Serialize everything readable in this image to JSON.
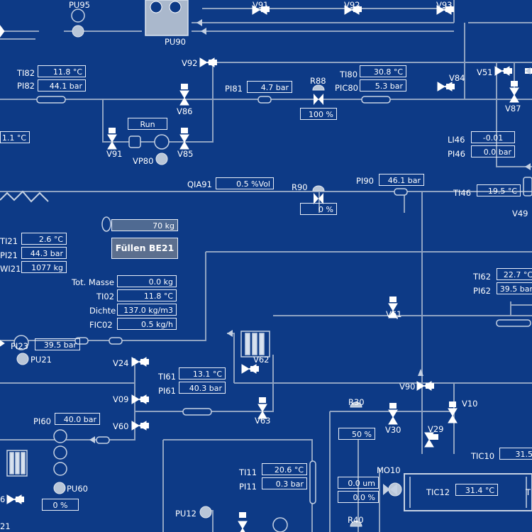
{
  "tags": {
    "PU95": "PU95",
    "PU90": "PU90",
    "V91_top": "V91",
    "V92_top": "V92",
    "V93_top": "V93",
    "TI82": "TI82",
    "PI82": "PI82",
    "V92": "V92",
    "PI81": "PI81",
    "R88": "R88",
    "TI80": "TI80",
    "PIC80": "PIC80",
    "V84": "V84",
    "V51": "V51",
    "V87": "V87",
    "V86": "V86",
    "V91": "V91",
    "VP80": "VP80",
    "V85": "V85",
    "LI46": "LI46",
    "PI46": "PI46",
    "TI46": "TI46",
    "V49": "V49",
    "QIA91": "QIA91",
    "R90": "R90",
    "PI90": "PI90",
    "TI21": "TI21",
    "PI21": "PI21",
    "WI21": "WI21",
    "TotMasse": "Tot. Masse",
    "TI02": "TI02",
    "Dichte": "Dichte",
    "FIC02": "FIC02",
    "TI62": "TI62",
    "PI62": "PI62",
    "V61": "V61",
    "PI23": "PI23",
    "PU21": "PU21",
    "V24": "V24",
    "V62": "V62",
    "TI61": "TI61",
    "PI61": "PI61",
    "V09": "V09",
    "V63": "V63",
    "V90": "V90",
    "PI60": "PI60",
    "V60": "V60",
    "R30": "R30",
    "V30": "V30",
    "V29": "V29",
    "V10": "V10",
    "TIC10": "TIC10",
    "PU60": "PU60",
    "V06": "6",
    "TI11": "TI11",
    "PI11": "PI11",
    "MO10": "MO10",
    "TIC12": "TIC12",
    "T_edge": "T",
    "PU12": "PU12",
    "R40": "R40",
    "V21": "21"
  },
  "values": {
    "TI82": "11.8 °C",
    "PI82": "44.1 bar",
    "PI81": "4.7 bar",
    "R88": "100 %",
    "TI80": "30.8 °C",
    "PIC80": "5.3 bar",
    "left_temp": "1.1 °C",
    "run": "Run",
    "LI46": "-0.01",
    "PI46": "0.0 bar",
    "TI46": "19.5 °C",
    "QIA91": "0.5 %Vol",
    "PI90": "46.1 bar",
    "R90": "0 %",
    "fill_weight": "70 kg",
    "fill_button": "Füllen BE21",
    "TI21": "2.6 °C",
    "PI21": "44.3 bar",
    "WI21": "1077 kg",
    "TotMasse": "0.0 kg",
    "TI02": "11.8 °C",
    "Dichte": "137.0 kg/m3",
    "FIC02": "0.5 kg/h",
    "TI62": "22.7 °C",
    "PI62": "39.5 bar",
    "PI23": "39.5 bar",
    "TI61": "13.1 °C",
    "PI61": "40.3 bar",
    "PI60": "40.0 bar",
    "R30": "50 %",
    "TIC10": "31.5",
    "PU60_pct": "0 %",
    "TI11": "20.6 °C",
    "PI11": "0.3 bar",
    "MO10_um": "0.0 um",
    "MO10_pct": "0.0 %",
    "TIC12": "31.4 °C"
  },
  "colors": {
    "background": "#0d3a86",
    "line": "#8fa3c2",
    "text": "#ffffff",
    "symbol": "#b9c6d8"
  }
}
